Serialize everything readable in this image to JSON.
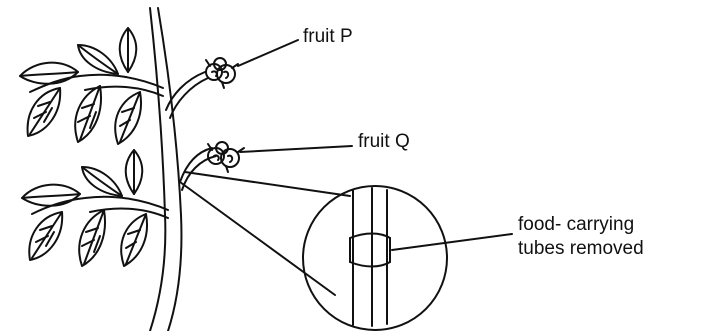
{
  "labels": {
    "fruit_p": "fruit P",
    "fruit_q": "fruit Q",
    "food_line1": "food- carrying",
    "food_line2": "tubes removed"
  },
  "colors": {
    "ink": "#111111",
    "background": "#ffffff"
  }
}
